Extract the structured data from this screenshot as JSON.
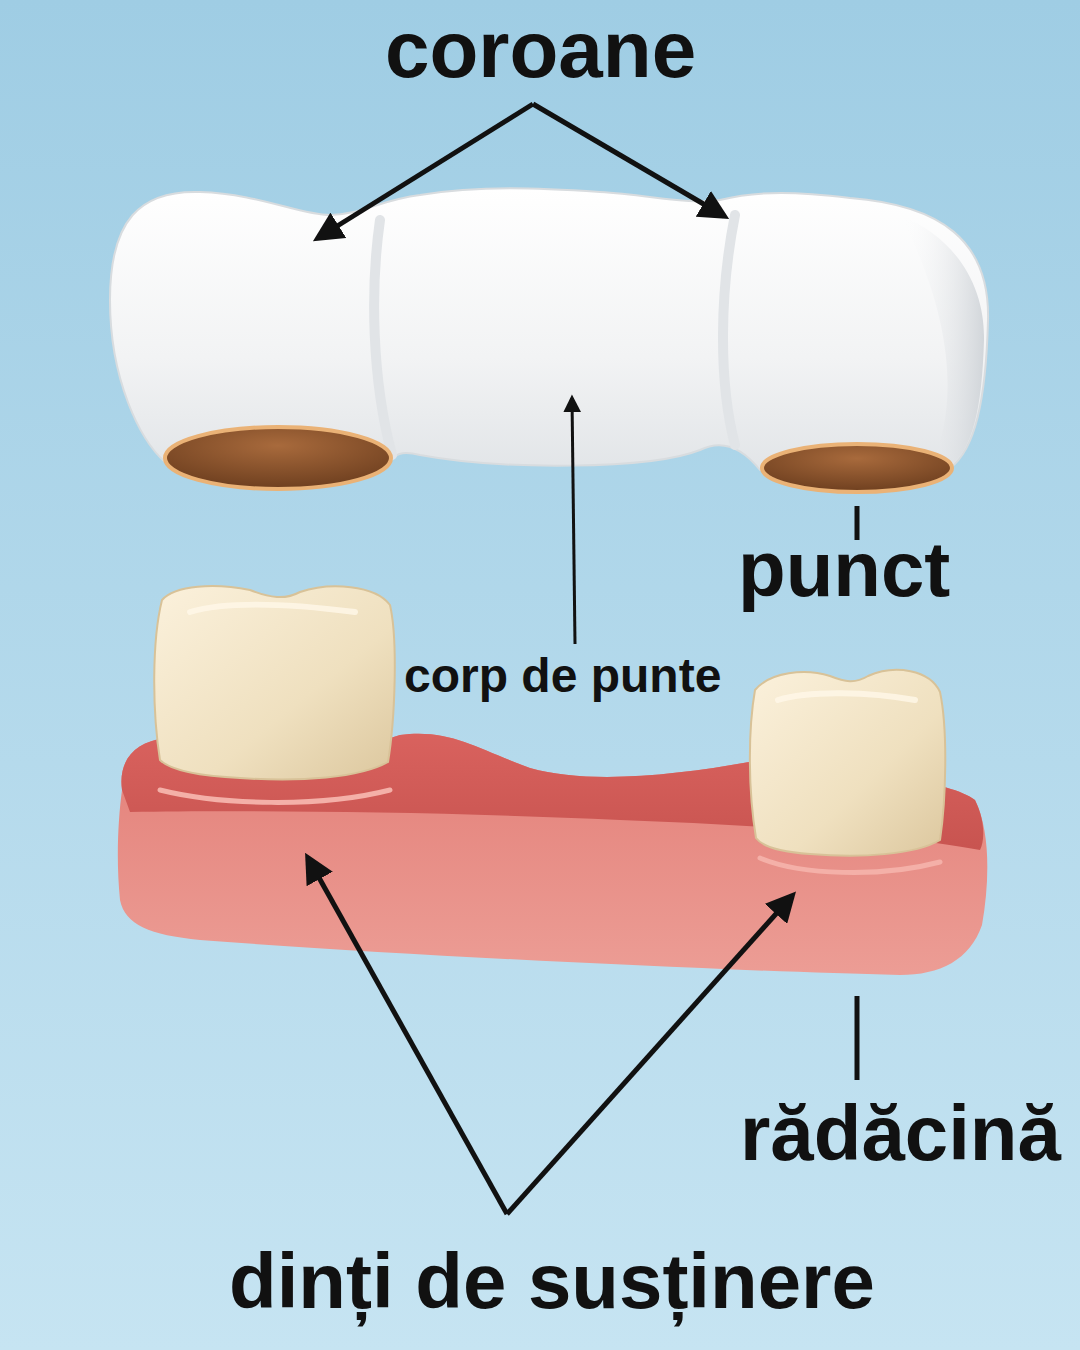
{
  "diagram": {
    "labels": [
      "coroane",
      "punct",
      "corp de punte",
      "rădăcină",
      "dinți de susținere"
    ]
  }
}
